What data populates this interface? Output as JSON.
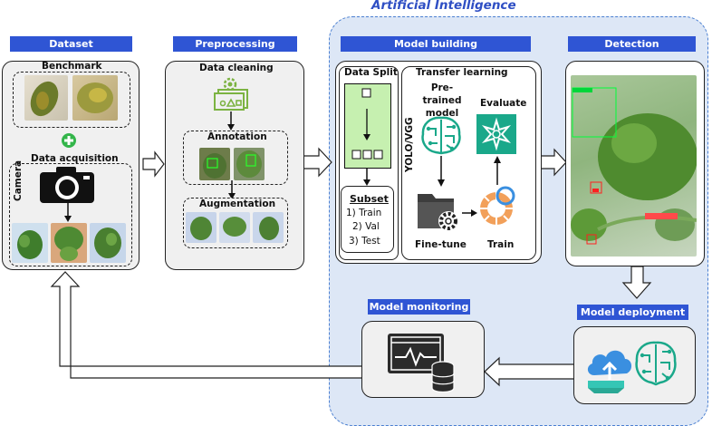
{
  "title": "Artificial Intelligence",
  "headers": {
    "dataset": "Dataset",
    "preprocessing": "Preprocessing",
    "model_building": "Model building",
    "detection": "Detection",
    "model_monitoring": "Model monitoring",
    "model_deployment": "Model deployment"
  },
  "dataset": {
    "benchmark": "Benchmark",
    "data_acquisition": "Data acquisition",
    "camera": "Camera"
  },
  "preprocessing": {
    "data_cleaning": "Data cleaning",
    "annotation": "Annotation",
    "augmentation": "Augmentation"
  },
  "model_building": {
    "data_split": "Data Split",
    "transfer_learning": "Transfer learning",
    "pretrained": "Pre-trained model",
    "evaluate": "Evaluate",
    "yolo_vgg": "YOLO/VGG",
    "subset_title": "Subset",
    "subset_items": [
      "1) Train",
      "2) Val",
      "3) Test"
    ],
    "fine_tune": "Fine-tune",
    "train": "Train"
  },
  "colors": {
    "header_bg": "#2f55d4",
    "ai_region": "#dde7f6",
    "ai_title": "#2f4fc4",
    "accent_green": "#1aa88a"
  },
  "icons": [
    "plus-icon",
    "camera-icon",
    "gear-icon",
    "brain-circuit-icon",
    "evaluate-star-icon",
    "folder-gear-icon",
    "train-target-icon",
    "monitor-chart-icon",
    "database-icon",
    "cloud-upload-icon"
  ]
}
